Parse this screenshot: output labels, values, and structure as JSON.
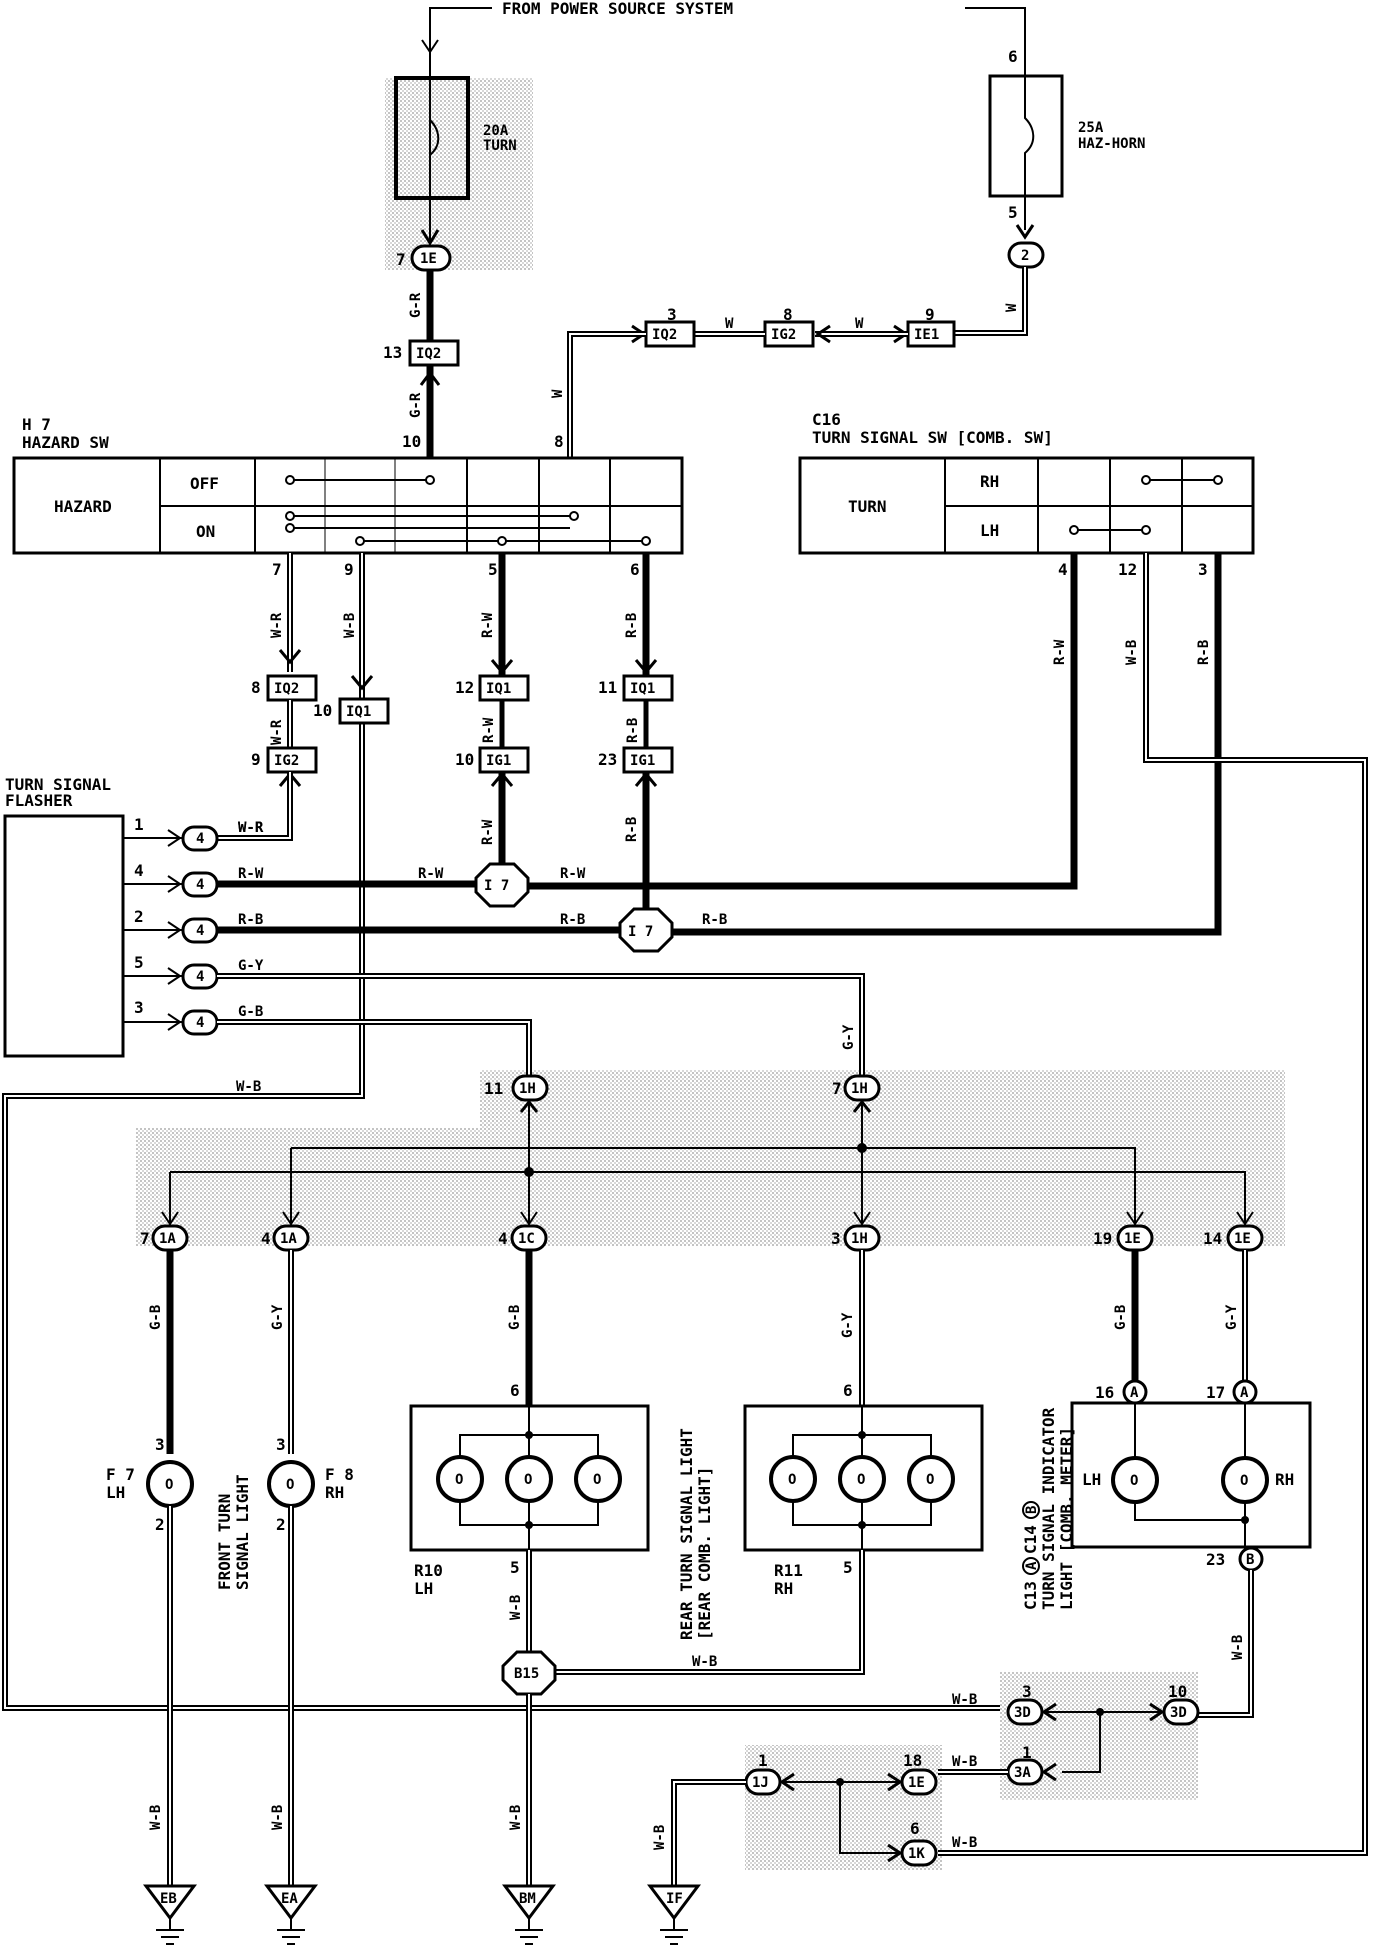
{
  "title_source": "FROM POWER SOURCE SYSTEM",
  "fuses": [
    {
      "amp": "20A",
      "name": "TURN"
    },
    {
      "amp": "25A",
      "name": "HAZ-HORN"
    }
  ],
  "hazard_switch": {
    "code": "H 7",
    "name": "HAZARD SW",
    "label": "HAZARD",
    "positions": [
      "OFF",
      "ON"
    ],
    "pins": [
      "10",
      "8",
      "7",
      "9",
      "5",
      "6"
    ]
  },
  "turn_switch": {
    "code": "C16",
    "name": "TURN SIGNAL SW [COMB. SW]",
    "label": "TURN",
    "positions": [
      "RH",
      "LH"
    ],
    "pins": [
      "4",
      "12",
      "3"
    ]
  },
  "flasher": {
    "name_line1": "TURN SIGNAL",
    "name_line2": "FLASHER",
    "pins": [
      "1",
      "4",
      "2",
      "5",
      "3"
    ],
    "connector": "4",
    "wires": [
      "W-R",
      "R-W",
      "R-B",
      "G-Y",
      "G-B"
    ]
  },
  "connectors": {
    "c1E_top": "1E",
    "c1E_pin": "7",
    "c2": "2",
    "iq2a": "IQ2",
    "iq2a_pin": "13",
    "iq2b": "IQ2",
    "iq2b_pin": "3",
    "ig2a": "IG2",
    "ig2a_pin": "8",
    "ie1": "IE1",
    "ie1_pin": "9",
    "iq2c": "IQ2",
    "iq2c_pin": "8",
    "ig2b": "IG2",
    "ig2b_pin": "9",
    "iq1a": "IQ1",
    "iq1a_pin": "10",
    "iq1b": "IQ1",
    "iq1b_pin": "12",
    "ig1a": "IG1",
    "ig1a_pin": "10",
    "iq1c": "IQ1",
    "iq1c_pin": "11",
    "ig1b": "IG1",
    "ig1b_pin": "23",
    "i7": "I 7",
    "b15": "B15",
    "c1H_11": "1H",
    "c1H_7": "1H",
    "c1A_7": "1A",
    "c1A_4": "1A",
    "c1C": "1C",
    "c1H_3": "1H",
    "c1E_19": "1E",
    "c1E_14": "1E",
    "c3D_3": "3D",
    "c3D_10": "3D",
    "c3A": "3A",
    "c1J": "1J",
    "c1E_18": "1E",
    "c1K": "1K",
    "cA": "A",
    "cB": "B"
  },
  "pin_numbers": {
    "p11": "11",
    "p7a": "7",
    "p7b": "7",
    "p4a": "4",
    "p4b": "4",
    "p3a": "3",
    "p19": "19",
    "p14": "14",
    "p16": "16",
    "p17": "17",
    "p23": "23",
    "p6a": "6",
    "p6b": "6",
    "p5a": "5",
    "p5b": "5",
    "p3f7": "3",
    "p2f7": "2",
    "p3f8": "3",
    "p2f8": "2",
    "p3d": "3",
    "p10d": "10",
    "p1a": "1",
    "p1j": "1",
    "p18": "18",
    "p6k": "6",
    "p6fuse": "6",
    "p5fuse": "5"
  },
  "wire_colors": {
    "gr": "G-R",
    "w": "W",
    "wr": "W-R",
    "wb": "W-B",
    "rw": "R-W",
    "rb": "R-B",
    "gy": "G-Y",
    "gb": "G-B"
  },
  "front_lights": {
    "label_line1": "FRONT TURN",
    "label_line2": "SIGNAL LIGHT",
    "lh_code": "F 7",
    "lh_side": "LH",
    "rh_code": "F 8",
    "rh_side": "RH"
  },
  "rear_lights": {
    "label_line1": "REAR TURN SIGNAL LIGHT",
    "label_line2": "[REAR COMB. LIGHT]",
    "lh_code": "R10",
    "lh_side": "LH",
    "rh_code": "R11",
    "rh_side": "RH"
  },
  "indicator": {
    "code": "C13",
    "code_a": "A",
    "code2": "C14",
    "code_b": "B",
    "label_line1": "TURN SIGNAL INDICATOR",
    "label_line2": "LIGHT [COMB. METER]",
    "lh": "LH",
    "rh": "RH"
  },
  "grounds": [
    "EB",
    "EA",
    "BM",
    "IF"
  ],
  "bulb_symbol": "O"
}
